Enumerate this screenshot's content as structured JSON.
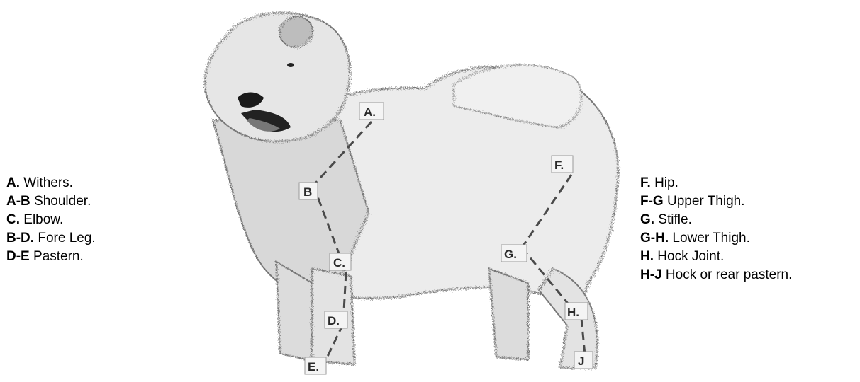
{
  "legend_left": [
    {
      "key": "A.",
      "text": "Withers."
    },
    {
      "key": "A-B",
      "text": "Shoulder."
    },
    {
      "key": "C.",
      "text": "Elbow."
    },
    {
      "key": "B-D.",
      "text": "Fore Leg."
    },
    {
      "key": "D-E",
      "text": "Pastern."
    }
  ],
  "legend_right": [
    {
      "key": "F.",
      "text": "Hip."
    },
    {
      "key": "F-G",
      "text": "Upper Thigh."
    },
    {
      "key": "G.",
      "text": "Stifle."
    },
    {
      "key": "G-H.",
      "text": "Lower Thigh."
    },
    {
      "key": "H.",
      "text": "Hock Joint."
    },
    {
      "key": "H-J",
      "text": "Hock or rear pastern."
    }
  ],
  "points": {
    "a": "A.",
    "b": "B",
    "c": "C.",
    "d": "D.",
    "e": "E.",
    "f": "F.",
    "g": "G.",
    "h": "H.",
    "j": "J"
  }
}
